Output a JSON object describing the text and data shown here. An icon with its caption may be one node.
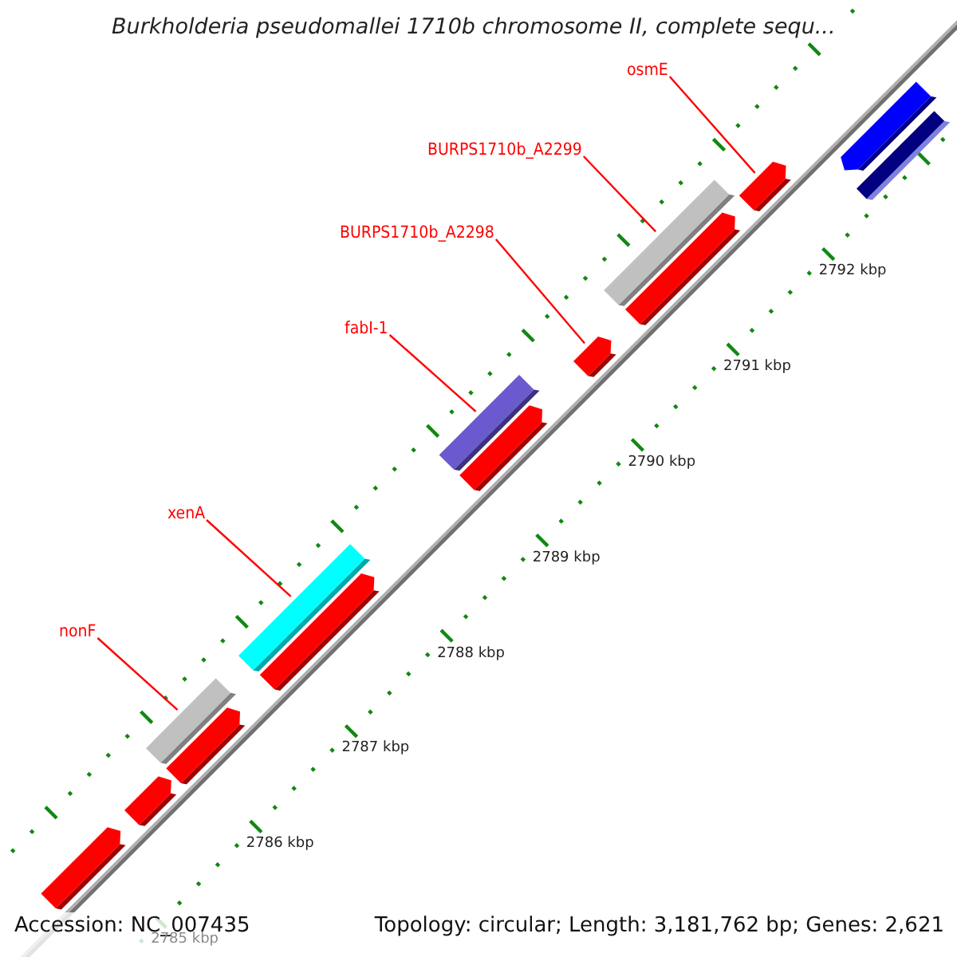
{
  "diagram": {
    "title": "Burkholderia pseudomallei 1710b chromosome II, complete sequ...",
    "nodes": [
      {
        "text": [
          "osmE"
        ]
      },
      {
        "text": [
          "BURPS1710b_A2299"
        ]
      },
      {
        "text": [
          "BURPS1710b_A2298"
        ]
      },
      {
        "text": [
          "fabI-1"
        ]
      },
      {
        "text": [
          "xenA"
        ]
      },
      {
        "text": [
          "nonF"
        ]
      },
      {
        "text": [],
        "shape": "arrow"
      },
      {
        "text": [],
        "shape": "arrow"
      },
      {
        "text": [],
        "shape": "bar"
      },
      {
        "text": [],
        "shape": "arrow"
      },
      {
        "text": [],
        "shape": "bar"
      },
      {
        "text": [],
        "shape": "arrow"
      },
      {
        "text": [],
        "shape": "bar"
      },
      {
        "text": [],
        "shape": "arrow"
      },
      {
        "text": [],
        "shape": "arrow"
      },
      {
        "text": [],
        "shape": "bar"
      },
      {
        "text": [],
        "shape": "arrow"
      },
      {
        "text": [],
        "shape": "arrow"
      },
      {
        "text": [],
        "shape": "arrow"
      },
      {
        "text": [],
        "shape": "bar"
      }
    ],
    "edges": [
      {
        "from": 0,
        "to": 17,
        "arrow": "none"
      },
      {
        "from": 1,
        "to": 15,
        "arrow": "none"
      },
      {
        "from": 2,
        "to": 14,
        "arrow": "none"
      },
      {
        "from": 3,
        "to": 12,
        "arrow": "none"
      },
      {
        "from": 4,
        "to": 10,
        "arrow": "none"
      },
      {
        "from": 5,
        "to": 8,
        "arrow": "none"
      }
    ],
    "labels": [
      "2792 kbp",
      "2791 kbp",
      "2790 kbp",
      "2789 kbp",
      "2788 kbp",
      "2787 kbp",
      "2786 kbp",
      "Accession: NC_007435",
      "2785 kbp",
      "Topology: circular; Length: 3,181,762 bp; Genes: 2,621"
    ]
  }
}
